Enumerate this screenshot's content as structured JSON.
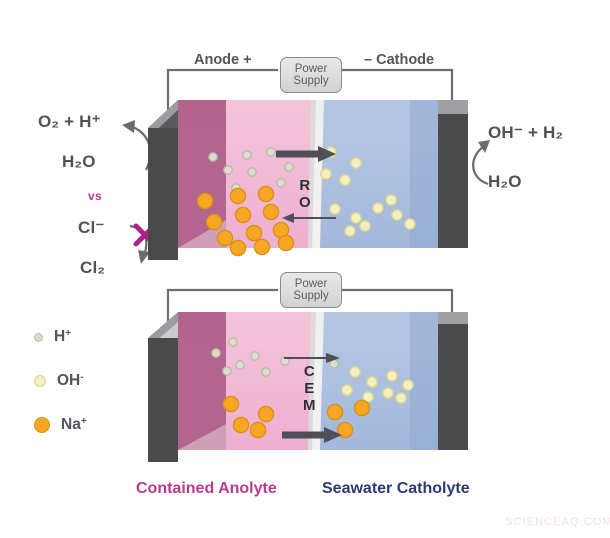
{
  "figure": {
    "watermark": "SCIENCEAQ.COM"
  },
  "colors": {
    "anolyte_pink": "#f2b6d2",
    "catholyte_blue": "#a8bfe0",
    "electrode_dark": "#4a4a4a",
    "electrode_light": "#9e9ea2",
    "na_ion": "#f5a623",
    "oh_ion": "#f2efc0",
    "h_ion": "#dcdccf",
    "accent_magenta": "#c0338b",
    "caption_anolyte": "#b93a8f",
    "caption_catholyte": "#2b3a75",
    "wire_gray": "#6e6e73"
  },
  "power_supply": {
    "line1": "Power",
    "line2": "Supply"
  },
  "top_cell": {
    "anode_label": "Anode +",
    "cathode_label": "– Cathode",
    "membrane": {
      "name": "RO",
      "letters": [
        "R",
        "O"
      ],
      "arrow_right": "thick-arrow-right",
      "arrow_left": "thin-arrow-left"
    },
    "left_reactions": {
      "product": "O₂ + H⁺",
      "reactant": "H₂O",
      "vs": "vs",
      "alt_reactant": "Cl⁻",
      "alt_product": "Cl₂",
      "blocked": true
    },
    "right_reactions": {
      "product": "OH⁻ + H₂",
      "reactant": "H₂O"
    }
  },
  "bottom_cell": {
    "membrane": {
      "name": "CEM",
      "letters": [
        "C",
        "E",
        "M"
      ],
      "arrow_top": "thin-arrow-right",
      "arrow_bottom": "thick-arrow-right"
    }
  },
  "legend": {
    "items": [
      {
        "label": "H",
        "charge": "+",
        "color": "#dcdccf",
        "size": 9
      },
      {
        "label": "OH",
        "charge": "-",
        "color": "#f2efc0",
        "size": 12
      },
      {
        "label": "Na",
        "charge": "+",
        "color": "#f5a623",
        "size": 16
      }
    ]
  },
  "captions": {
    "anolyte": "Contained Anolyte",
    "catholyte": "Seawater Catholyte"
  },
  "ions": {
    "top_cell": {
      "h_plus": [
        [
          213,
          157
        ],
        [
          247,
          155
        ],
        [
          271,
          152
        ],
        [
          228,
          170
        ],
        [
          252,
          172
        ],
        [
          289,
          167
        ],
        [
          281,
          183
        ],
        [
          236,
          188
        ]
      ],
      "na_plus": [
        [
          205,
          201
        ],
        [
          238,
          196
        ],
        [
          266,
          194
        ],
        [
          214,
          222
        ],
        [
          243,
          215
        ],
        [
          271,
          212
        ],
        [
          225,
          238
        ],
        [
          254,
          233
        ],
        [
          281,
          230
        ],
        [
          238,
          248
        ],
        [
          262,
          247
        ],
        [
          286,
          243
        ]
      ],
      "oh_minus": [
        [
          331,
          152
        ],
        [
          356,
          163
        ],
        [
          326,
          174
        ],
        [
          345,
          180
        ],
        [
          335,
          209
        ],
        [
          356,
          218
        ],
        [
          378,
          208
        ],
        [
          397,
          215
        ],
        [
          391,
          200
        ],
        [
          365,
          226
        ],
        [
          410,
          224
        ],
        [
          350,
          231
        ]
      ]
    },
    "bottom_cell": {
      "h_plus": [
        [
          216,
          353
        ],
        [
          233,
          342
        ],
        [
          240,
          365
        ],
        [
          255,
          356
        ],
        [
          266,
          372
        ],
        [
          285,
          361
        ],
        [
          227,
          371
        ]
      ],
      "na_plus": [
        [
          231,
          404
        ],
        [
          241,
          425
        ],
        [
          266,
          414
        ],
        [
          258,
          430
        ]
      ],
      "cem_h_plus": [
        [
          334,
          364
        ]
      ],
      "oh_minus": [
        [
          355,
          372
        ],
        [
          372,
          382
        ],
        [
          392,
          376
        ],
        [
          368,
          397
        ],
        [
          388,
          393
        ],
        [
          408,
          385
        ],
        [
          347,
          390
        ],
        [
          401,
          398
        ]
      ],
      "cem_na_plus": [
        [
          335,
          412
        ],
        [
          362,
          408
        ],
        [
          345,
          430
        ]
      ]
    }
  }
}
